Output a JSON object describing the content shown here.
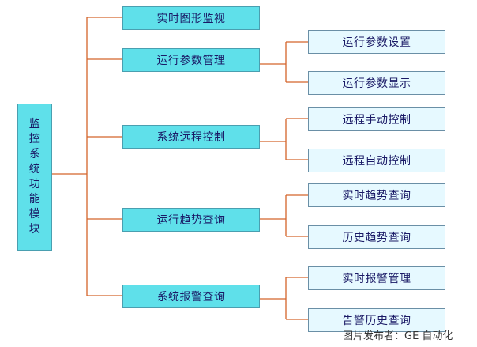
{
  "root": {
    "chars": [
      "监",
      "控",
      "系",
      "统",
      "功",
      "能",
      "模",
      "块"
    ]
  },
  "level1": [
    {
      "label": "实时图形监视"
    },
    {
      "label": "运行参数管理"
    },
    {
      "label": "系统远程控制"
    },
    {
      "label": "运行趋势查询"
    },
    {
      "label": "系统报警查询"
    }
  ],
  "level2": [
    {
      "label": "运行参数设置"
    },
    {
      "label": "运行参数显示"
    },
    {
      "label": "远程手动控制"
    },
    {
      "label": "远程自动控制"
    },
    {
      "label": "实时趋势查询"
    },
    {
      "label": "历史趋势查询"
    },
    {
      "label": "实时报警管理"
    },
    {
      "label": "告警历史查询"
    }
  ],
  "credit": "图片发布者：GE 自动化",
  "colors": {
    "connector": "#d4632a",
    "box_fill": "#5fe0ea",
    "sub_fill": "#e6f9ff"
  }
}
